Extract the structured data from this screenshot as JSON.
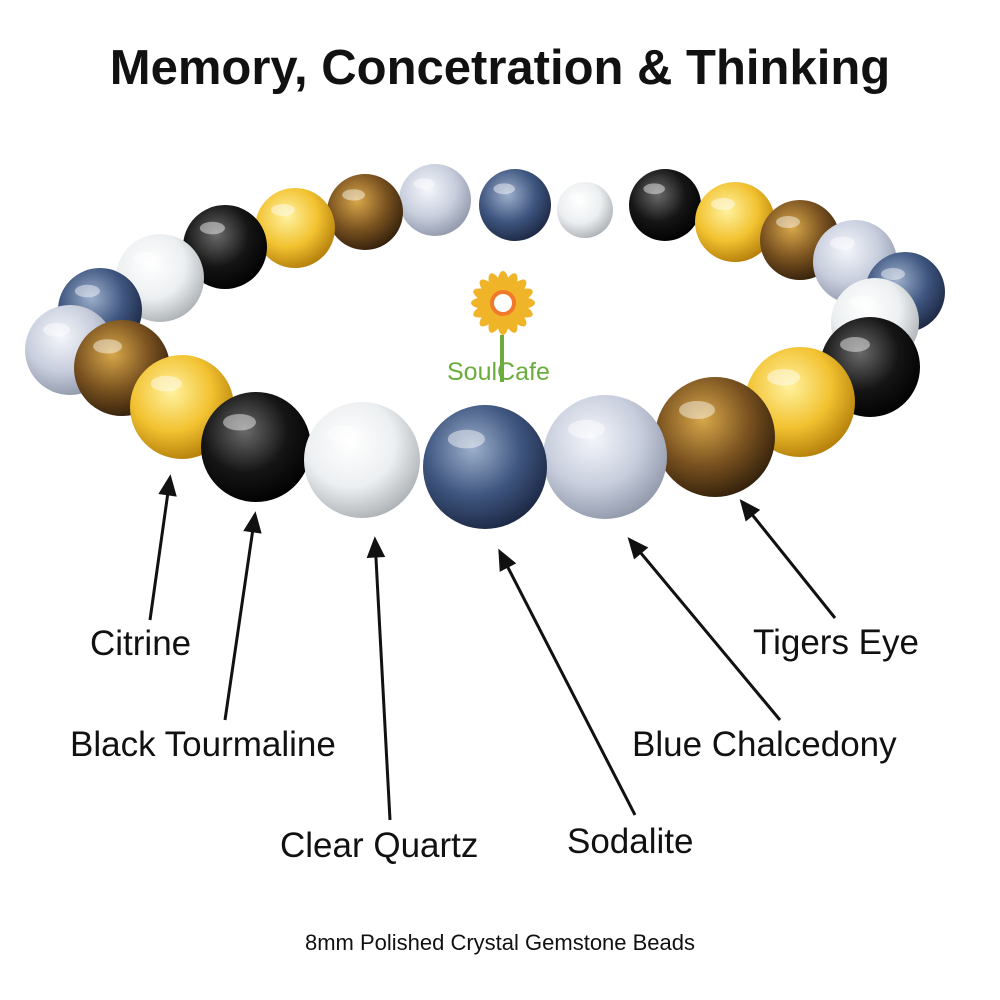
{
  "title": "Memory, Concetration & Thinking",
  "logo": {
    "text": "SoulCafe",
    "petal_color": "#f0b429",
    "center_color": "#f07a2a",
    "text_color": "#6aad3c"
  },
  "labels": {
    "citrine": "Citrine",
    "black_tourmaline": "Black Tourmaline",
    "clear_quartz": "Clear Quartz",
    "sodalite": "Sodalite",
    "blue_chalcedony": "Blue Chalcedony",
    "tigers_eye": "Tigers Eye"
  },
  "footer": "8mm  Polished Crystal Gemstone Beads",
  "bead_colors": {
    "citrine": [
      "#fff2a0",
      "#f2c230",
      "#b07a08"
    ],
    "black": [
      "#6a6a6a",
      "#151515",
      "#000000"
    ],
    "quartz": [
      "#ffffff",
      "#eceff1",
      "#a9aeb2"
    ],
    "sodalite": [
      "#9db0cc",
      "#3f5680",
      "#1a2540"
    ],
    "chalcedony": [
      "#f4f6fb",
      "#c8cedd",
      "#8d95a8"
    ],
    "tiger": [
      "#d8a84a",
      "#7a5220",
      "#2e1d0a"
    ]
  }
}
